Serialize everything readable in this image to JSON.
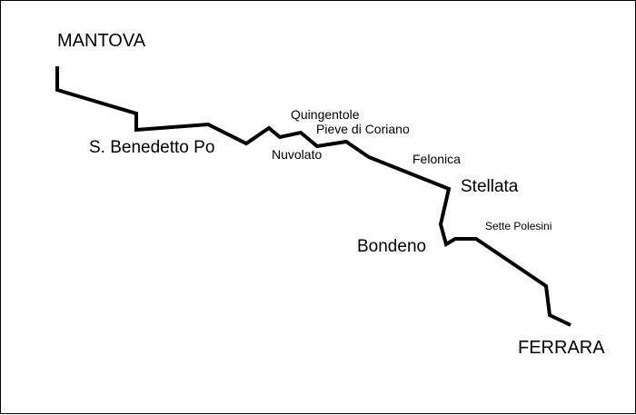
{
  "map": {
    "route_color": "#000000",
    "background_color": "#ffffff",
    "places": {
      "mantova": "MANTOVA",
      "s_benedetto_po": "S. Benedetto Po",
      "quingentole": "Quingentole",
      "pieve_di_coriano": "Pieve di Coriano",
      "nuvolato": "Nuvolato",
      "felonica": "Felonica",
      "stellata": "Stellata",
      "bondeno": "Bondeno",
      "sette_polesini": "Sette Polesini",
      "ferrara": "FERRARA"
    }
  }
}
